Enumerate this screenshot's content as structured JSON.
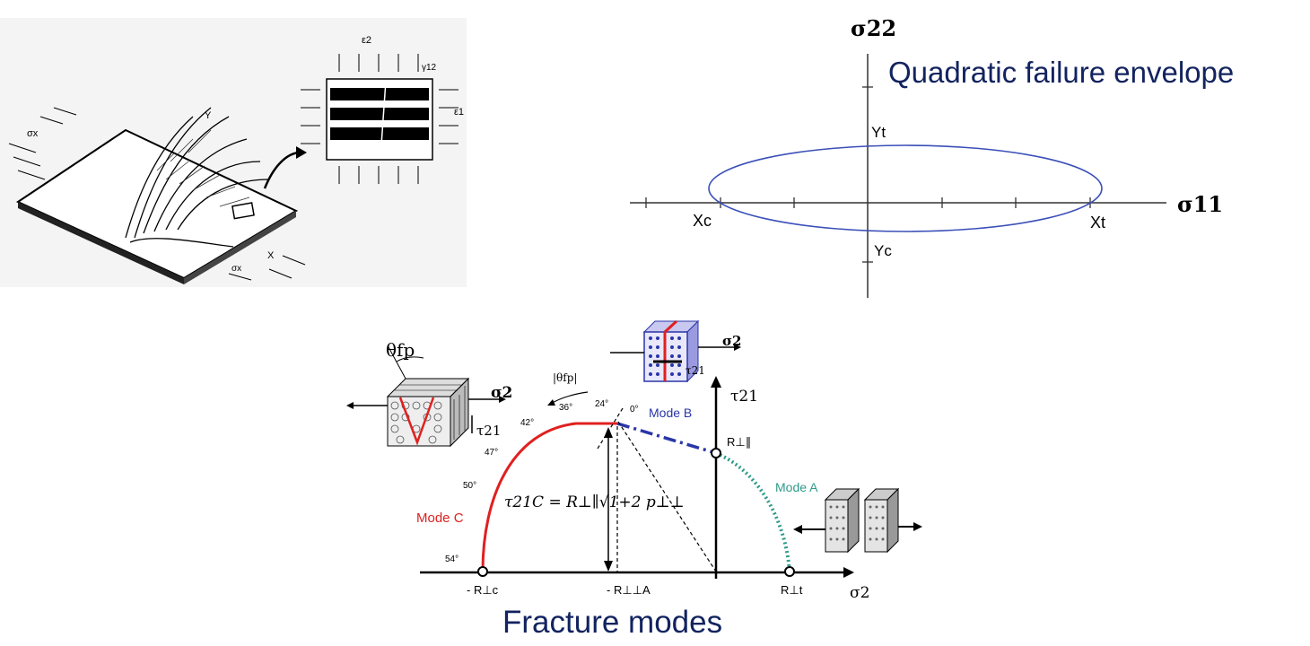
{
  "envelope": {
    "title": "Quadratic failure envelope",
    "y_axis": "σ22",
    "x_axis": "σ11",
    "points": {
      "Yt": "Yt",
      "Yc": "Yc",
      "Xc": "Xc",
      "Xt": "Xt"
    },
    "curve_color": "#3a4fb8"
  },
  "laminate": {
    "labels": {
      "sigma_x_left": "σx",
      "sigma_x_bottom": "σx",
      "y": "Y",
      "x": "X",
      "eps2": "ε2",
      "eps1": "ε1",
      "gamma12": "γ12"
    }
  },
  "fracture": {
    "title": "Fracture modes",
    "y_axis": "τ21",
    "x_axis": "σ2",
    "mode_a": "Mode A",
    "mode_b": "Mode B",
    "mode_c": "Mode C",
    "theta_fp": "θfp",
    "theta_abs": "|θfp|",
    "angles": [
      "0°",
      "24°",
      "36°",
      "42°",
      "47°",
      "50°",
      "54°"
    ],
    "formula": "τ21C = R⊥∥√1+2 p⊥⊥",
    "ticks": {
      "r_c": "- R⊥c",
      "r_a": "- R⊥⊥A",
      "r_t": "R⊥t",
      "r_par": "R⊥∥"
    },
    "inset_sigma2": "σ2",
    "inset_tau21": "τ21",
    "colors": {
      "mode_a": "#2e9a8a",
      "mode_b": "#2a36a8",
      "mode_c": "#e02020"
    }
  }
}
